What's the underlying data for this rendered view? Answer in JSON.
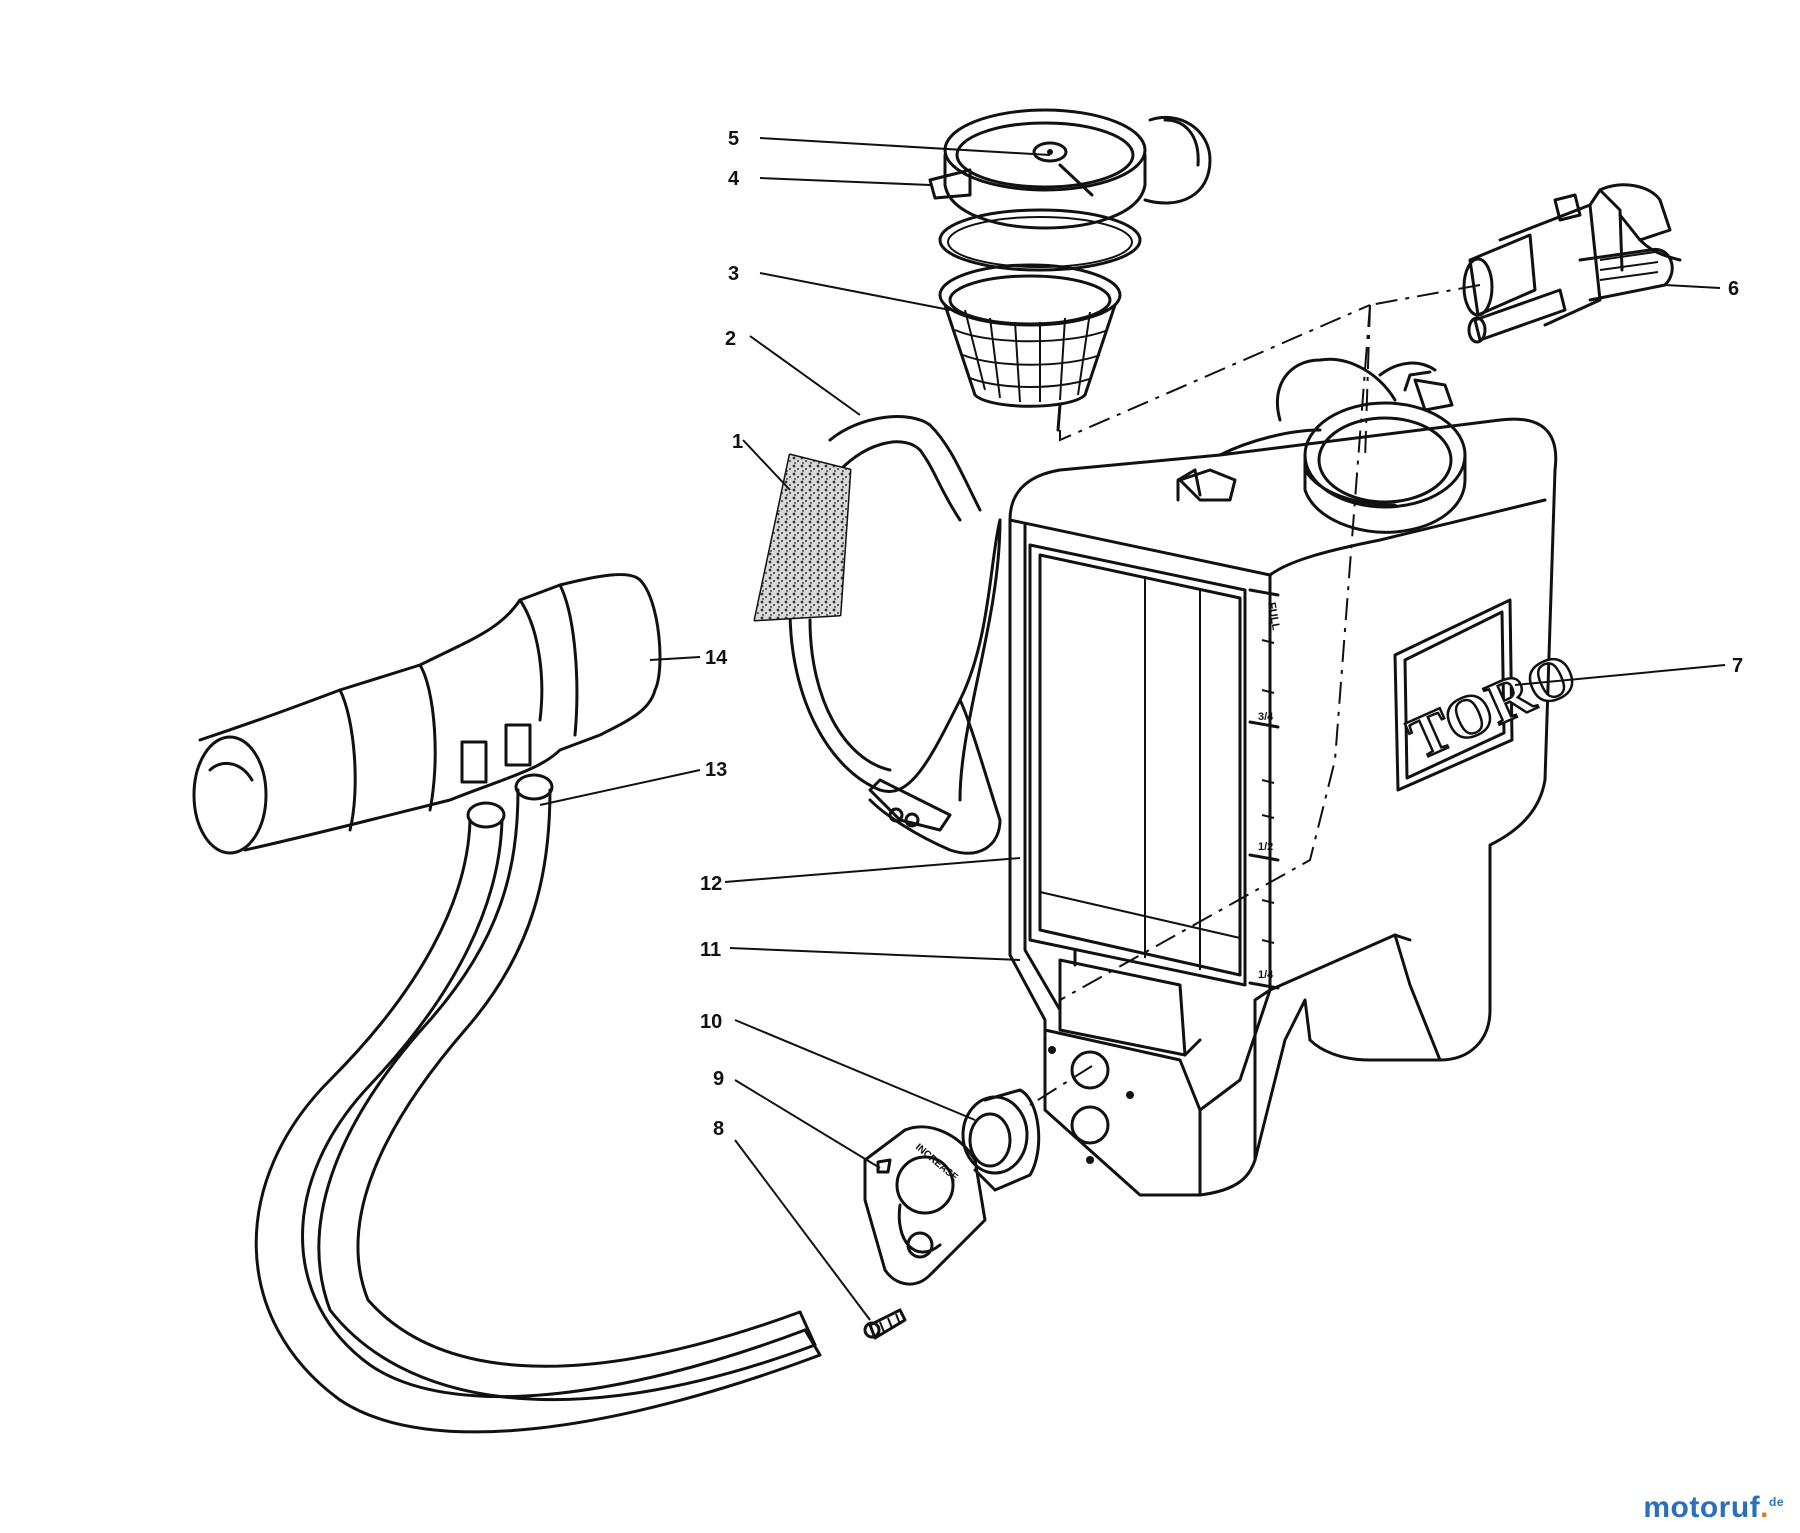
{
  "callouts": [
    {
      "id": "1",
      "label": "1"
    },
    {
      "id": "2",
      "label": "2"
    },
    {
      "id": "3",
      "label": "3"
    },
    {
      "id": "4",
      "label": "4"
    },
    {
      "id": "5",
      "label": "5"
    },
    {
      "id": "6",
      "label": "6"
    },
    {
      "id": "7",
      "label": "7"
    },
    {
      "id": "8",
      "label": "8"
    },
    {
      "id": "9",
      "label": "9"
    },
    {
      "id": "10",
      "label": "10"
    },
    {
      "id": "11",
      "label": "11"
    },
    {
      "id": "12",
      "label": "12"
    },
    {
      "id": "13",
      "label": "13"
    },
    {
      "id": "14",
      "label": "14"
    }
  ],
  "tank": {
    "brand": "TORO",
    "scale": {
      "full": "FULL",
      "three_quarter": "3/4",
      "half": "1/2",
      "quarter": "1/4"
    }
  },
  "meter_plate": {
    "label": "INCREASE"
  },
  "watermark": {
    "main": "motoruf",
    "dot": ".",
    "tld": "de"
  }
}
